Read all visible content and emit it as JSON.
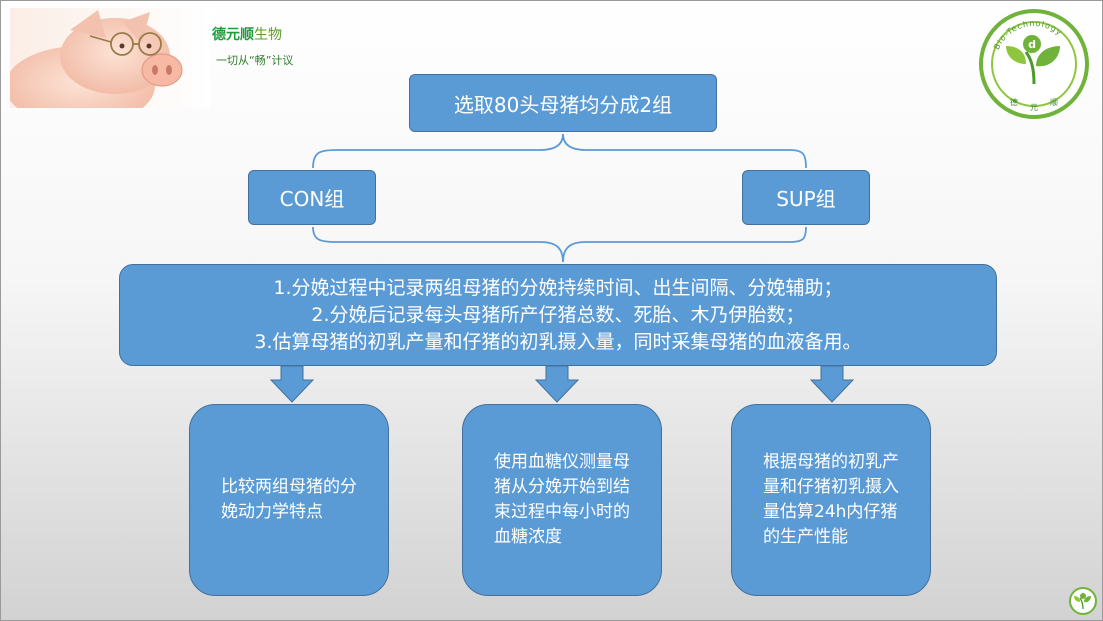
{
  "header": {
    "brand_name_main": "德元顺",
    "brand_name_suffix": "生物",
    "slogan": "一切从“畅”计议",
    "logo_ring_text": "Bio-Technology",
    "logo_chars": [
      "德",
      "元",
      "顺"
    ]
  },
  "flow": {
    "top": "选取80头母猪均分成2组",
    "group_left": "CON组",
    "group_right": "SUP组",
    "steps": [
      "1.分娩过程中记录两组母猪的分娩持续时间、出生间隔、分娩辅助；",
      "2.分娩后记录每头母猪所产仔猪总数、死胎、木乃伊胎数；",
      "3.估算母猪的初乳产量和仔猪的初乳摄入量，同时采集母猪的血液备用。"
    ],
    "outcomes": [
      [
        "比较两组母猪的分",
        "娩动力学特点"
      ],
      [
        "使用血糖仪测量母",
        "猪从分娩开始到结",
        "束过程中每小时的",
        "血糖浓度"
      ],
      [
        "根据母猪的初乳产",
        "量和仔猪初乳摄入",
        "量估算24h内仔猪",
        "的生产性能"
      ]
    ]
  },
  "colors": {
    "box_fill": "#5b9bd5",
    "box_border": "#41719c",
    "brand_green": "#1f9c3a"
  }
}
